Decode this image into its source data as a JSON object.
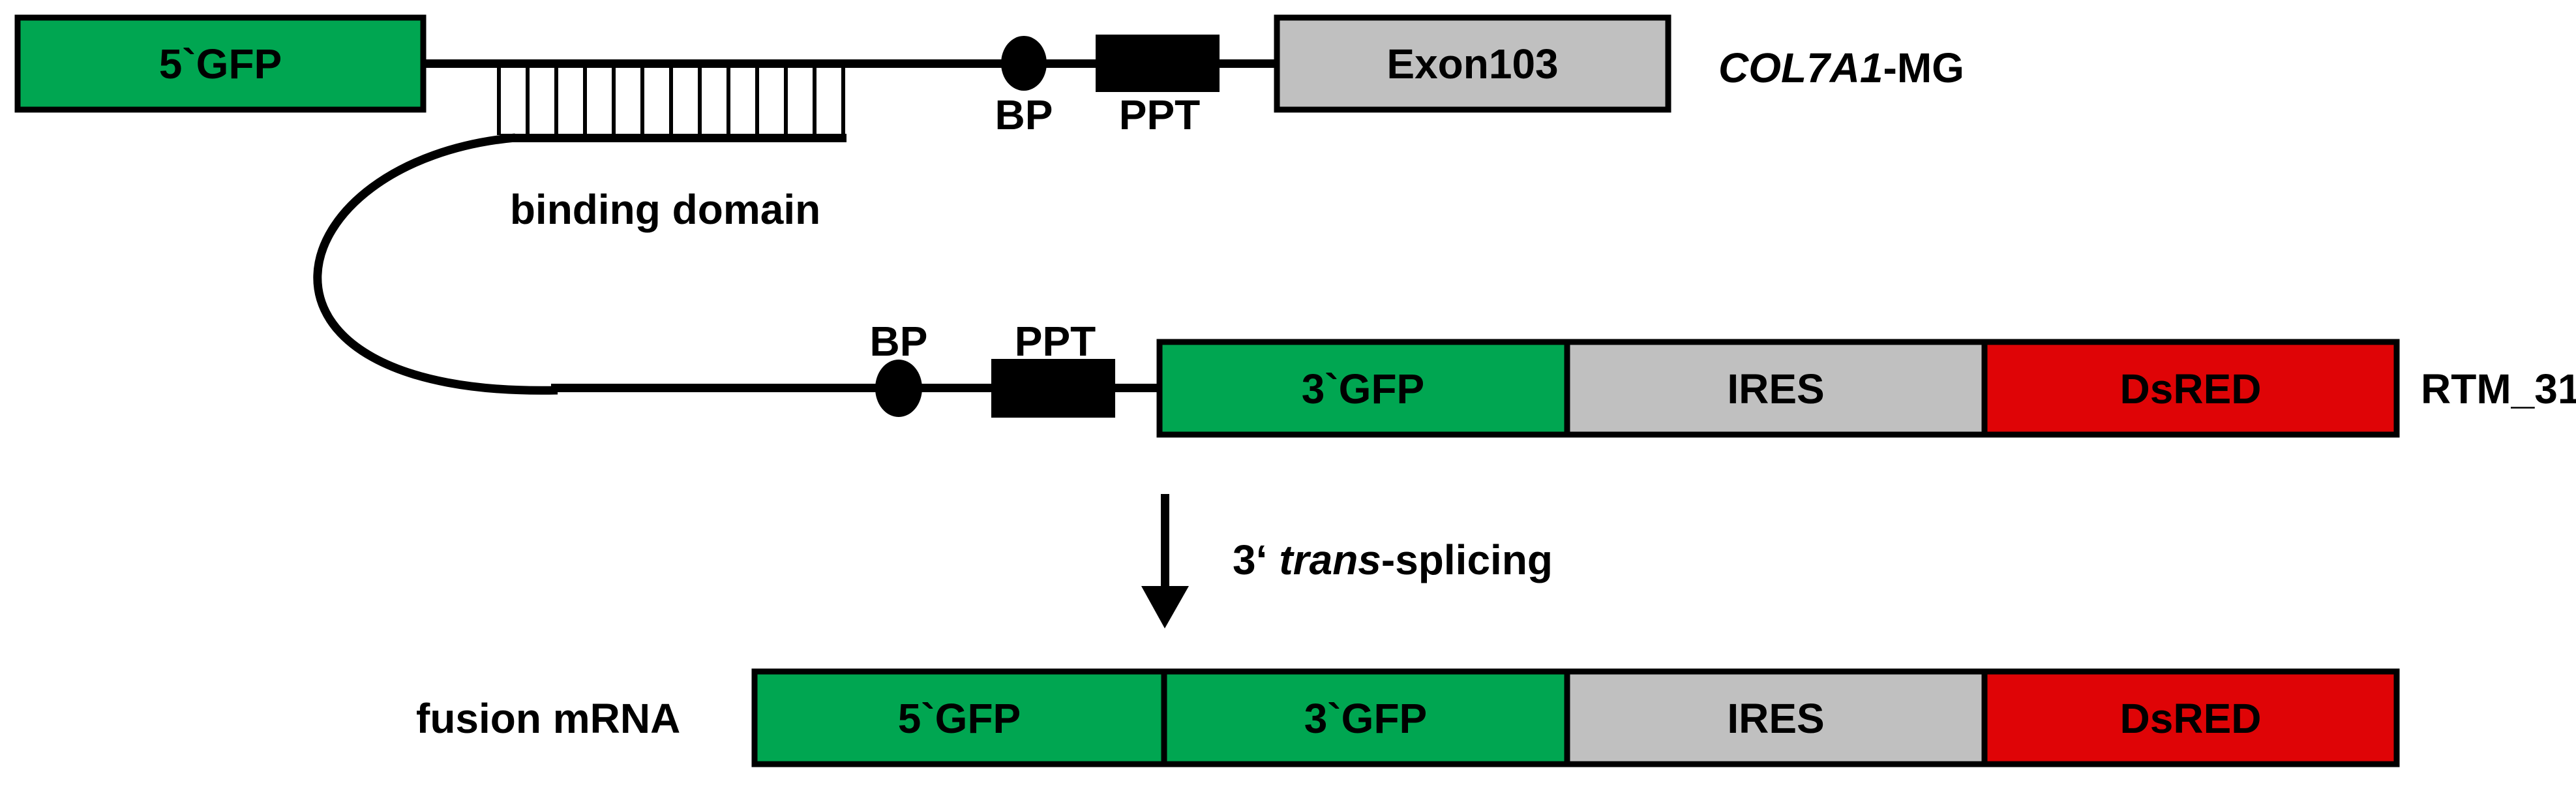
{
  "palette": {
    "green": "#00A651",
    "gray": "#C0C0C0",
    "red": "#DF0406",
    "black": "#000000",
    "background": "#FFFFFF"
  },
  "pre_mrna": {
    "five_gfp": "5`GFP",
    "bp": "BP",
    "ppt": "PPT",
    "exon": "Exon103",
    "gene_italic": "COL7A1",
    "gene_suffix": "-MG",
    "binding_domain": "binding domain"
  },
  "rtm": {
    "bp": "BP",
    "ppt": "PPT",
    "three_gfp": "3`GFP",
    "ires": "IRES",
    "dsred": "DsRED",
    "name": "RTM_31"
  },
  "splicing": {
    "prefix": "3‘",
    "italic": "trans",
    "suffix": "-splicing"
  },
  "fusion": {
    "caption": "fusion mRNA",
    "segments": [
      "5`GFP",
      "3`GFP",
      "IRES",
      "DsRED"
    ]
  }
}
